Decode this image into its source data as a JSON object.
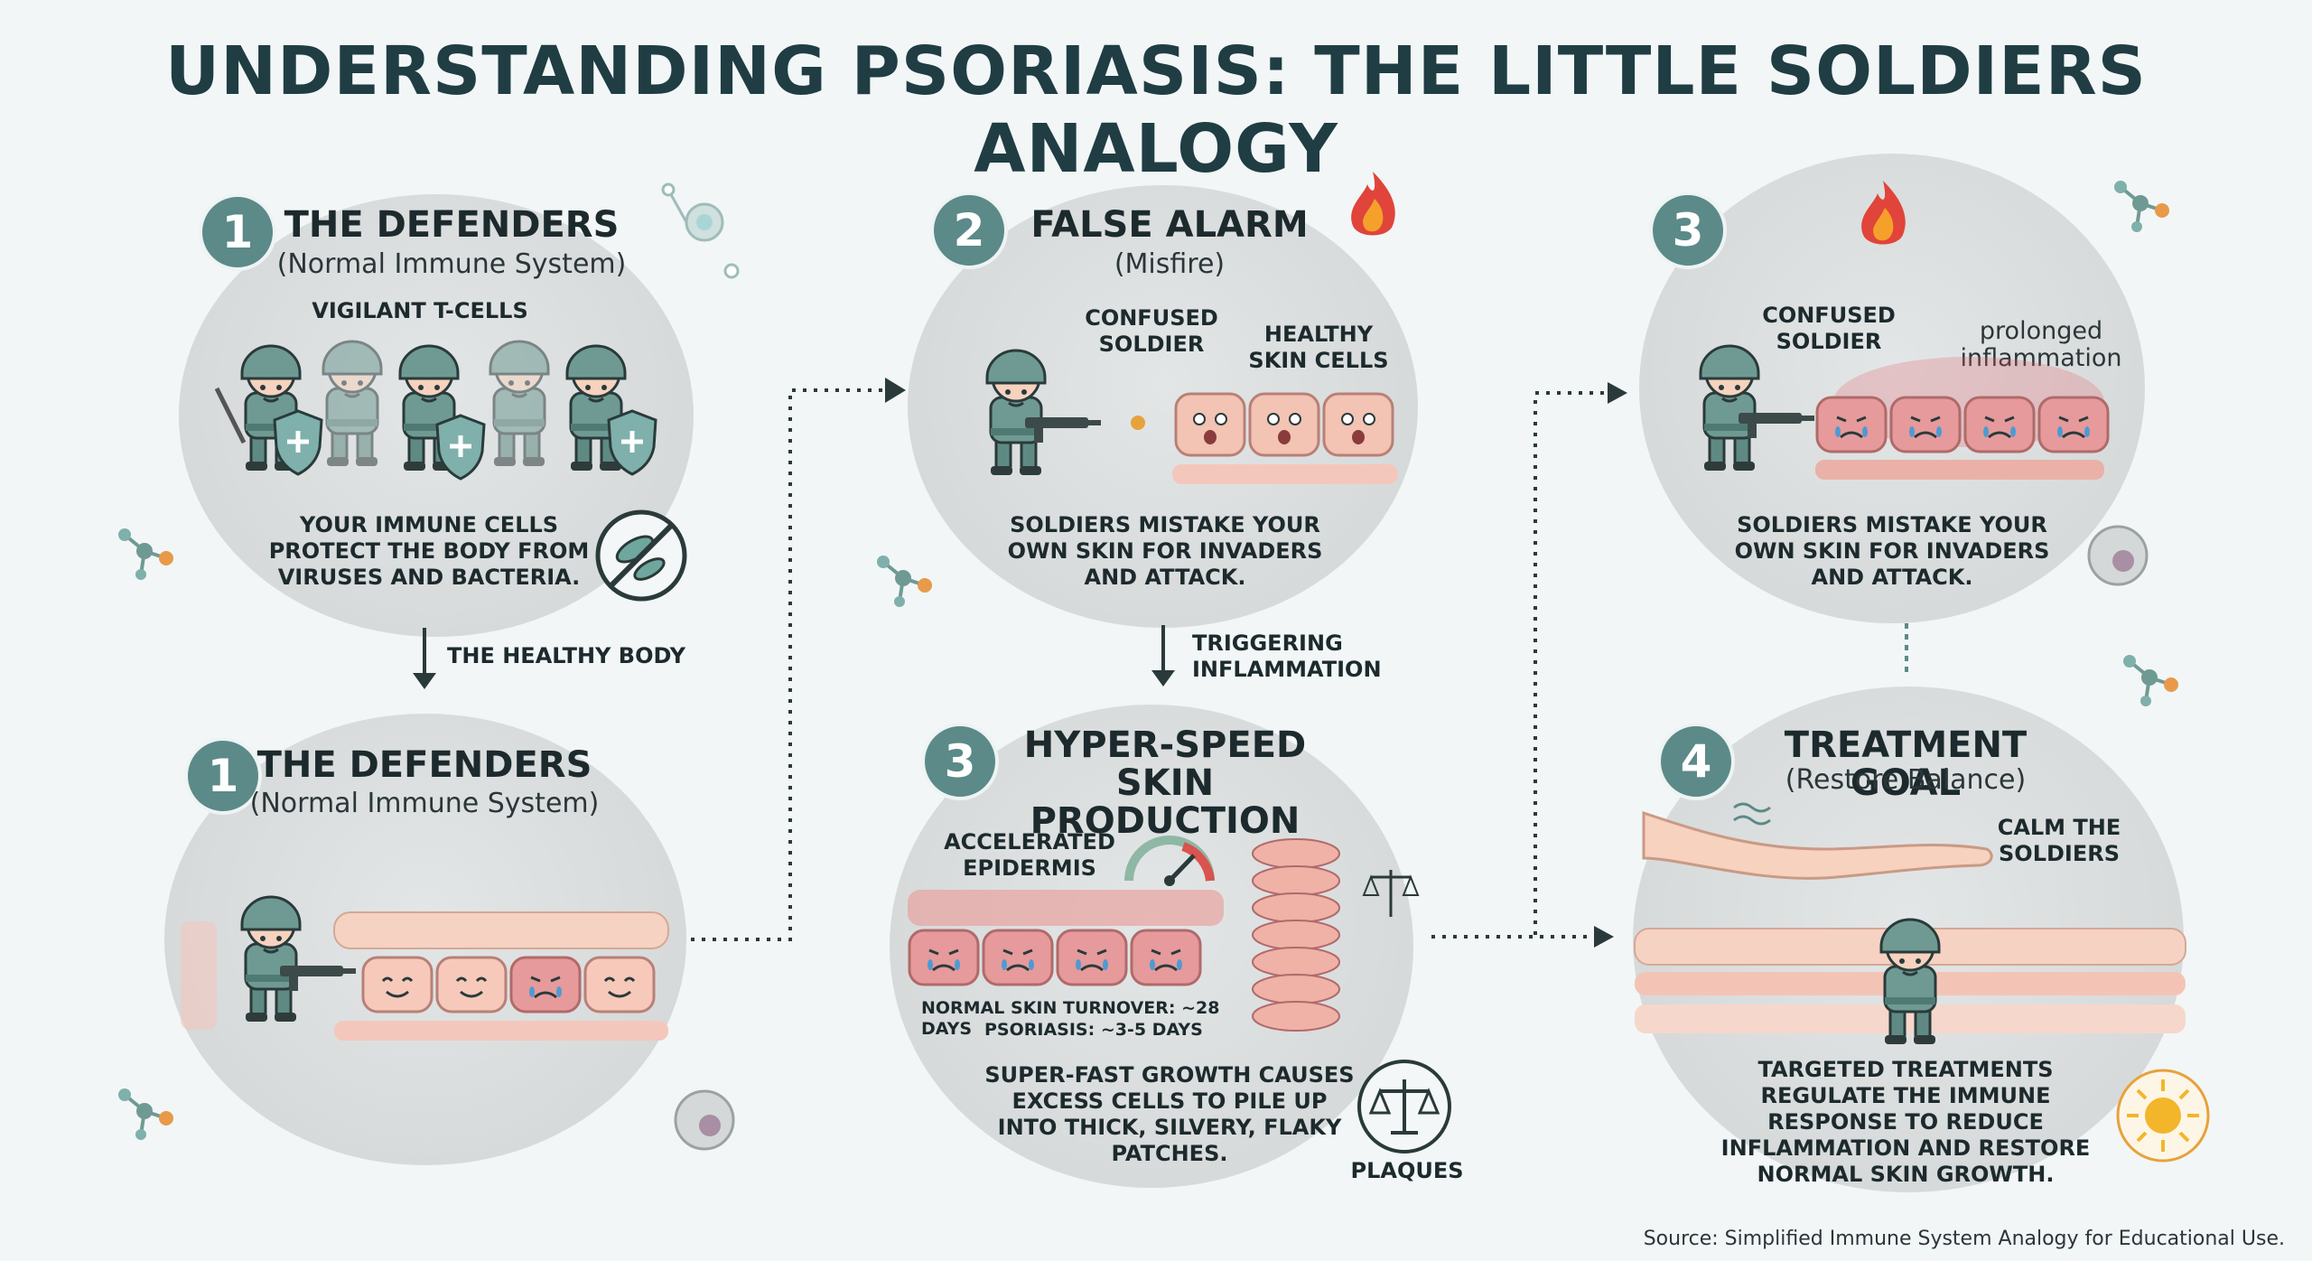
{
  "title": "UNDERSTANDING PSORIASIS: THE LITTLE SOLDIERS ANALOGY",
  "panels": {
    "p1": {
      "number": "1",
      "title": "THE DEFENDERS",
      "subtitle": "(Normal Immune System)",
      "label": "VIGILANT T-CELLS",
      "description": "YOUR IMMUNE CELLS PROTECT THE BODY FROM VIRUSES AND BACTERIA."
    },
    "p2": {
      "number": "2",
      "title": "FALSE ALARM",
      "subtitle": "(Misfire)",
      "label_soldier": "CONFUSED SOLDIER",
      "label_cells": "HEALTHY SKIN CELLS",
      "description": "SOLDIERS MISTAKE YOUR OWN SKIN FOR INVADERS AND ATTACK."
    },
    "p3": {
      "number": "3",
      "label_soldier": "CONFUSED SOLDIER",
      "label_inflammation": "prolonged inflammation",
      "description": "SOLDIERS MISTAKE YOUR OWN SKIN FOR INVADERS AND ATTACK."
    },
    "p4": {
      "number": "1",
      "title": "THE DEFENDERS",
      "subtitle": "(Normal Immune System)"
    },
    "p5": {
      "number": "3",
      "title": "HYPER-SPEED SKIN PRODUCTION",
      "label_epidermis": "ACCELERATED EPIDERMIS",
      "turnover_normal": "NORMAL SKIN TURNOVER: ~28 DAYS",
      "turnover_psoriasis": "PSORIASIS: ~3-5 DAYS",
      "description": "SUPER-FAST GROWTH CAUSES EXCESS CELLS TO PILE UP INTO THICK, SILVERY, FLAKY PATCHES.",
      "plaques_label": "PLAQUES"
    },
    "p6": {
      "number": "4",
      "title": "TREATMENT GOAL",
      "subtitle": "(Restore Balance)",
      "label_calm": "CALM THE SOLDIERS",
      "description": "TARGETED TREATMENTS REGULATE THE IMMUNE RESPONSE TO REDUCE INFLAMMATION AND RESTORE NORMAL SKIN GROWTH."
    }
  },
  "arrows": {
    "healthy_body": "THE HEALTHY BODY",
    "triggering": "TRIGGERING INFLAMMATION"
  },
  "source": "Source: Simplified Immune System Analogy for Educational Use.",
  "colors": {
    "teal": "#5b8a88",
    "soldier": "#6f9a93",
    "skin": "#f3c3b4",
    "inflamed": "#d9707a",
    "title": "#1f3d43"
  }
}
